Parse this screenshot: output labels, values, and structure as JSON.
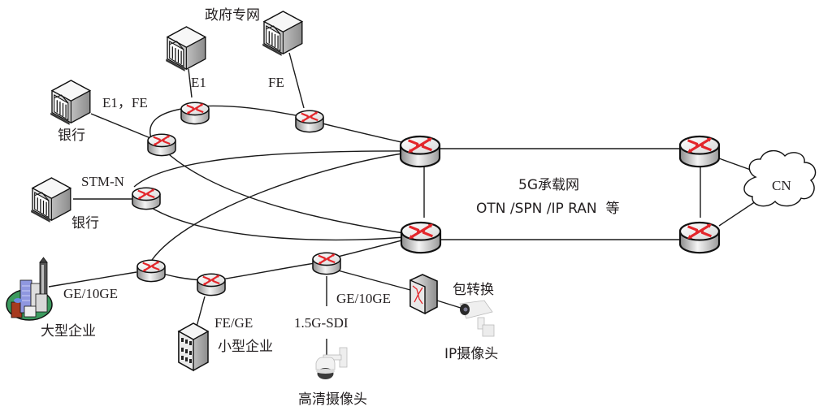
{
  "labels": {
    "gov_network": "政府专网",
    "gov_link_e1": "E1",
    "gov_link_fe": "FE",
    "bank1_link": "E1，FE",
    "bank1": "银行",
    "bank2_link": "STM-N",
    "bank2": "银行",
    "large_ent_link": "GE/10GE",
    "large_ent": "大型企业",
    "small_ent_link": "FE/GE",
    "small_ent": "小型企业",
    "hd_cam_link": "1.5G-SDI",
    "hd_cam": "高清摄像头",
    "ip_cam_link": "GE/10GE",
    "packet_convert": "包转换",
    "ip_cam": "IP摄像头",
    "core_title": "5G承载网",
    "core_subtitle": "OTN /SPN /IP RAN  等",
    "cloud": "CN"
  },
  "colors": {
    "arrow": "#e3262b",
    "line": "#1a1a1a",
    "text": "#231f20",
    "enterprise_ground": "#3c9a5f"
  }
}
